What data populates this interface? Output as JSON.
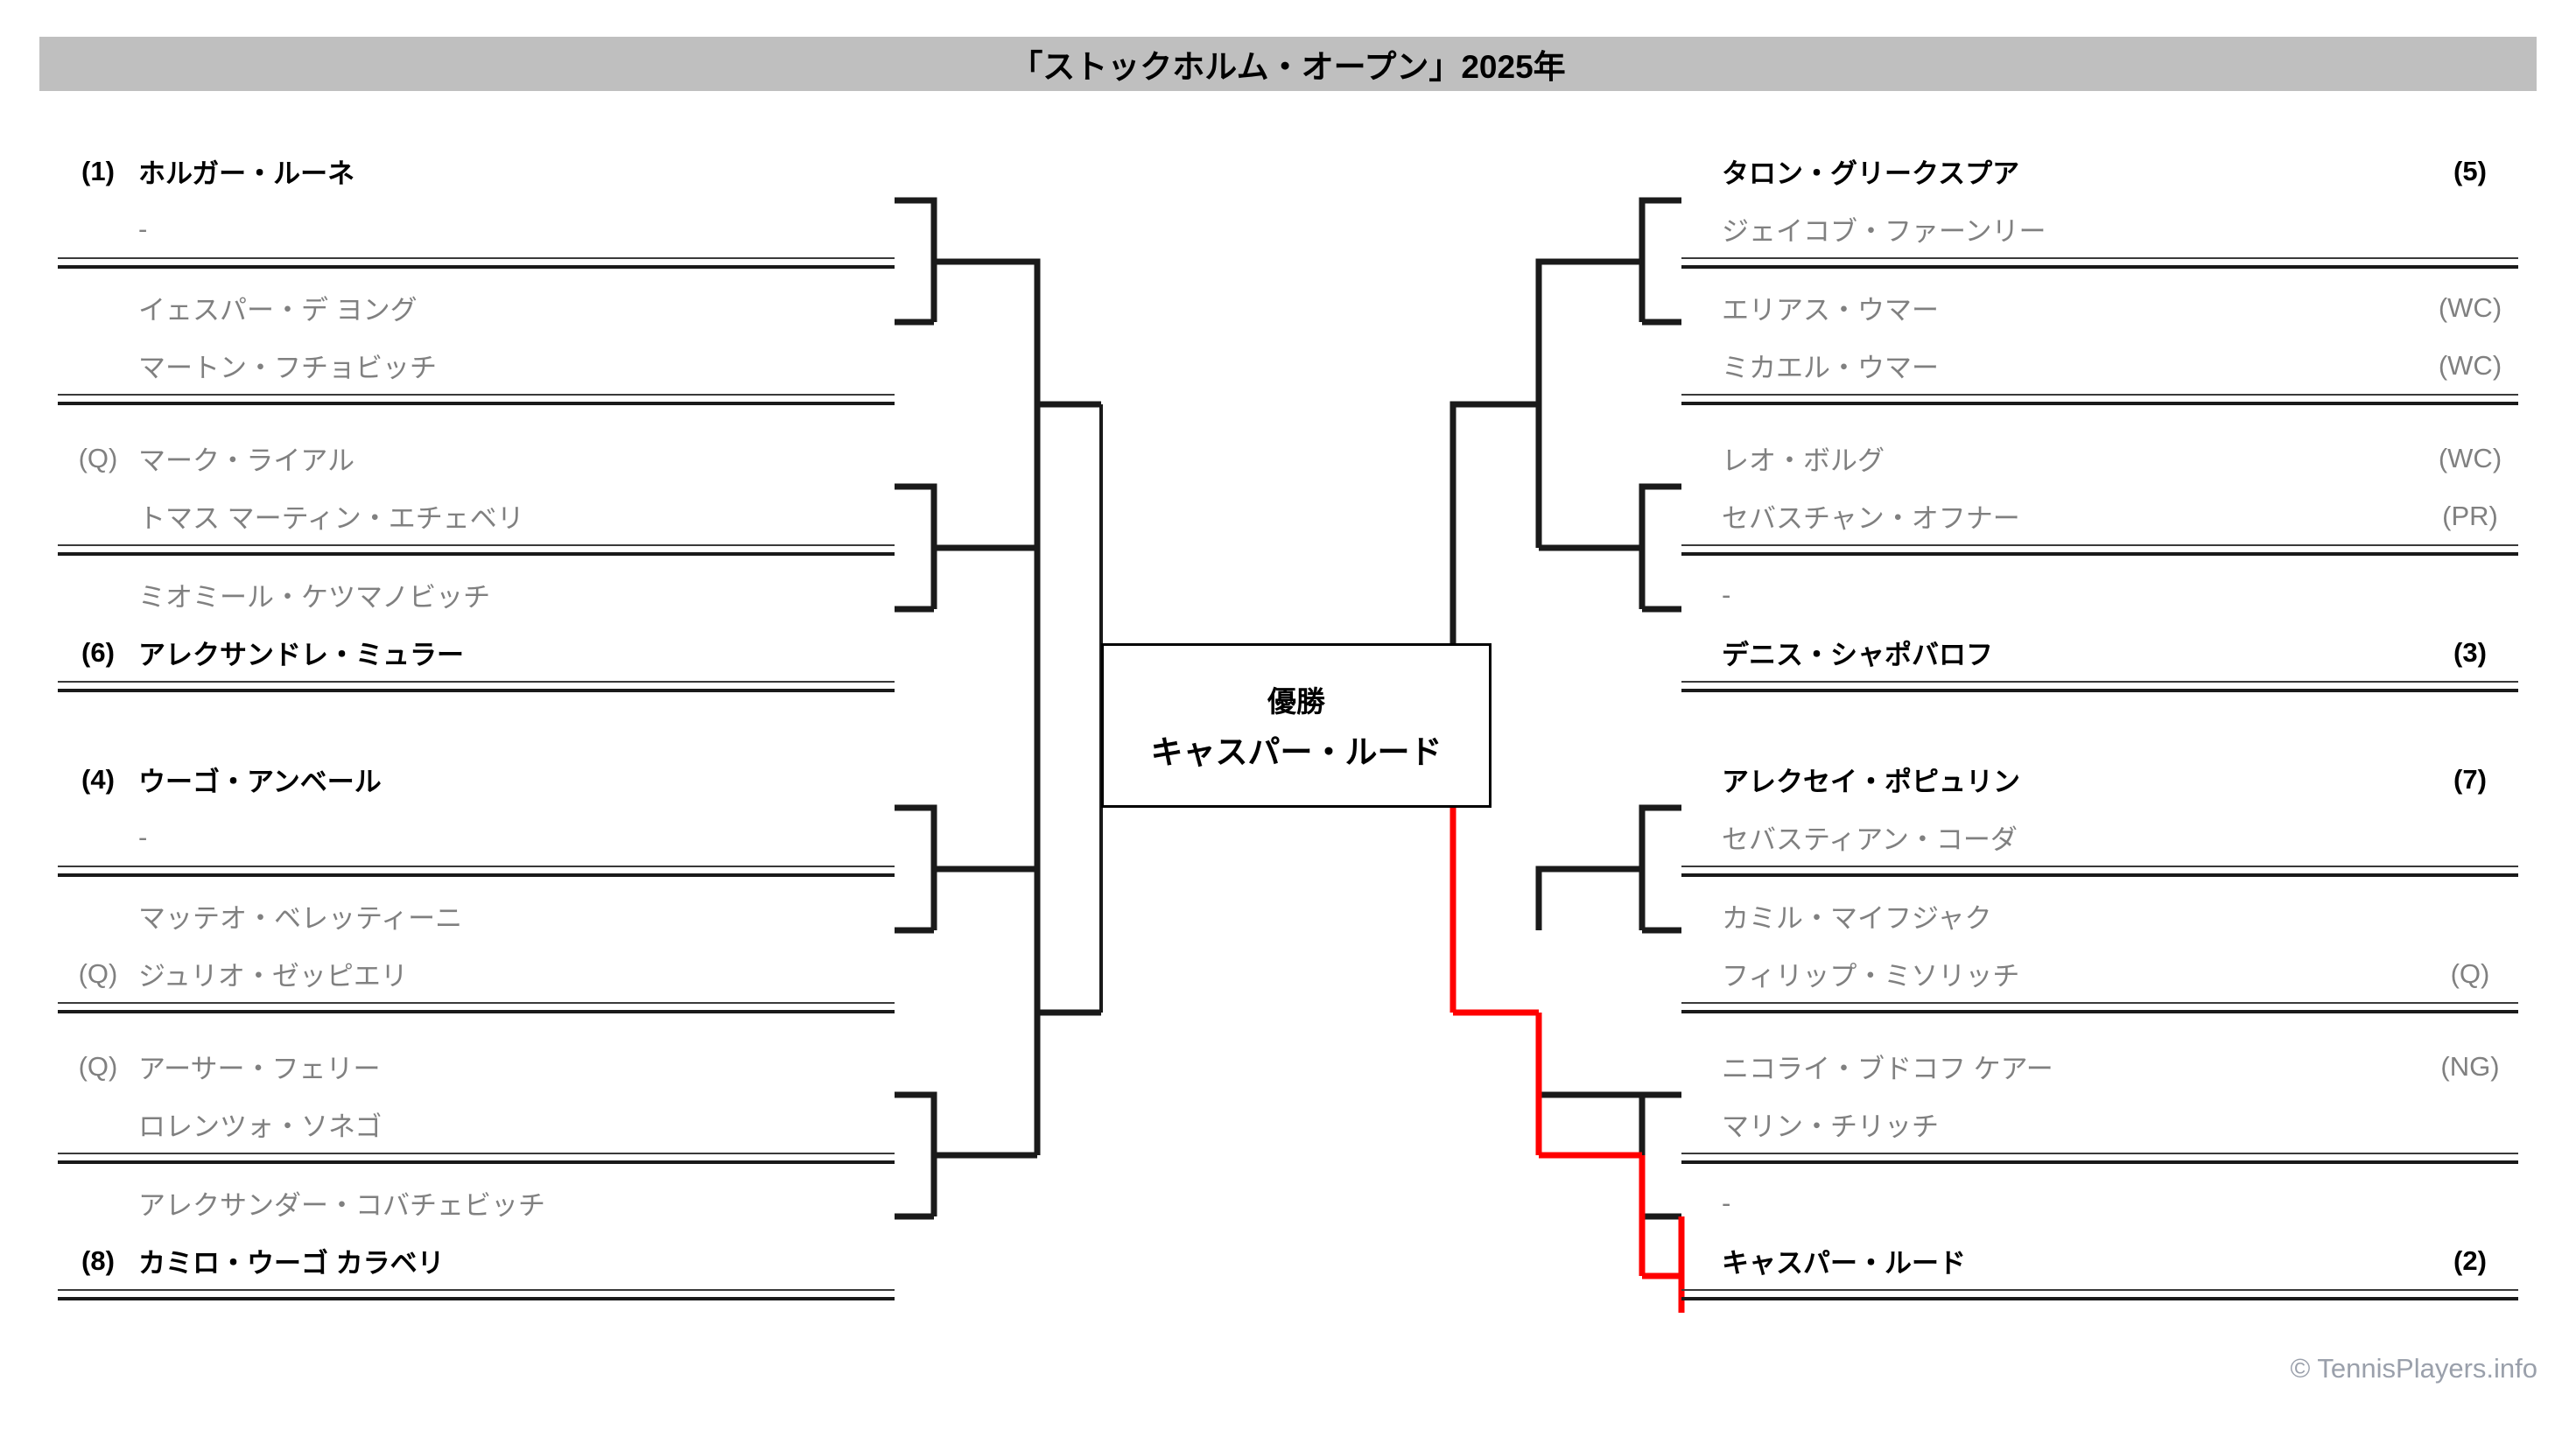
{
  "header": {
    "title": "「ストックホルム・オープン」2025年"
  },
  "champion": {
    "label": "優勝",
    "name": "キャスパー・ルード"
  },
  "footer": {
    "copyright": "© TennisPlayers.info"
  },
  "colors": {
    "header_bg": "#BFBFBF",
    "winner_path": "#FF0000",
    "line": "#1A1A1A",
    "text_dim": "#808080",
    "text_win": "#000000",
    "footer_text": "#9AA0AB"
  },
  "left": {
    "blocks": [
      {
        "id": "l1",
        "rows": [
          {
            "seed": "(1)",
            "name": "ホルガー・ルーネ",
            "winner": true
          },
          {
            "seed": "",
            "name": "-",
            "winner": false
          }
        ]
      },
      {
        "id": "l2",
        "rows": [
          {
            "seed": "",
            "name": "イェスパー・デ ヨング",
            "winner": false
          },
          {
            "seed": "",
            "name": "マートン・フチョビッチ",
            "winner": false
          }
        ]
      },
      {
        "id": "l3",
        "rows": [
          {
            "seed": "(Q)",
            "name": "マーク・ライアル",
            "winner": false
          },
          {
            "seed": "",
            "name": "トマス マーティン・エチェベリ",
            "winner": false
          }
        ]
      },
      {
        "id": "l4",
        "rows": [
          {
            "seed": "",
            "name": "ミオミール・ケツマノビッチ",
            "winner": false
          },
          {
            "seed": "(6)",
            "name": "アレクサンドレ・ミュラー",
            "winner": true
          }
        ]
      },
      {
        "id": "l5",
        "rows": [
          {
            "seed": "(4)",
            "name": "ウーゴ・アンベール",
            "winner": true
          },
          {
            "seed": "",
            "name": "-",
            "winner": false
          }
        ]
      },
      {
        "id": "l6",
        "rows": [
          {
            "seed": "",
            "name": "マッテオ・ベレッティーニ",
            "winner": false
          },
          {
            "seed": "(Q)",
            "name": "ジュリオ・ゼッピエリ",
            "winner": false
          }
        ]
      },
      {
        "id": "l7",
        "rows": [
          {
            "seed": "(Q)",
            "name": "アーサー・フェリー",
            "winner": false
          },
          {
            "seed": "",
            "name": "ロレンツォ・ソネゴ",
            "winner": false
          }
        ]
      },
      {
        "id": "l8",
        "rows": [
          {
            "seed": "",
            "name": "アレクサンダー・コバチェビッチ",
            "winner": false
          },
          {
            "seed": "(8)",
            "name": "カミロ・ウーゴ カラベリ",
            "winner": true
          }
        ]
      }
    ]
  },
  "right": {
    "blocks": [
      {
        "id": "r1",
        "rows": [
          {
            "name": "タロン・グリークスプア",
            "seed": "(5)",
            "winner": true
          },
          {
            "name": "ジェイコブ・ファーンリー",
            "seed": "",
            "winner": false
          }
        ]
      },
      {
        "id": "r2",
        "rows": [
          {
            "name": "エリアス・ウマー",
            "seed": "(WC)",
            "winner": false
          },
          {
            "name": "ミカエル・ウマー",
            "seed": "(WC)",
            "winner": false
          }
        ]
      },
      {
        "id": "r3",
        "rows": [
          {
            "name": "レオ・ボルグ",
            "seed": "(WC)",
            "winner": false
          },
          {
            "name": "セバスチャン・オフナー",
            "seed": "(PR)",
            "winner": false
          }
        ]
      },
      {
        "id": "r4",
        "rows": [
          {
            "name": "-",
            "seed": "",
            "winner": false
          },
          {
            "name": "デニス・シャポバロフ",
            "seed": "(3)",
            "winner": true
          }
        ]
      },
      {
        "id": "r5",
        "rows": [
          {
            "name": "アレクセイ・ポピュリン",
            "seed": "(7)",
            "winner": true
          },
          {
            "name": "セバスティアン・コーダ",
            "seed": "",
            "winner": false
          }
        ]
      },
      {
        "id": "r6",
        "rows": [
          {
            "name": "カミル・マイフジャク",
            "seed": "",
            "winner": false
          },
          {
            "name": "フィリップ・ミソリッチ",
            "seed": "(Q)",
            "winner": false
          }
        ]
      },
      {
        "id": "r7",
        "rows": [
          {
            "name": "ニコライ・ブドコフ ケアー",
            "seed": "(NG)",
            "winner": false
          },
          {
            "name": "マリン・チリッチ",
            "seed": "",
            "winner": false
          }
        ]
      },
      {
        "id": "r8",
        "rows": [
          {
            "name": "-",
            "seed": "",
            "winner": false
          },
          {
            "name": "キャスパー・ルード",
            "seed": "(2)",
            "winner": true
          }
        ]
      }
    ]
  }
}
